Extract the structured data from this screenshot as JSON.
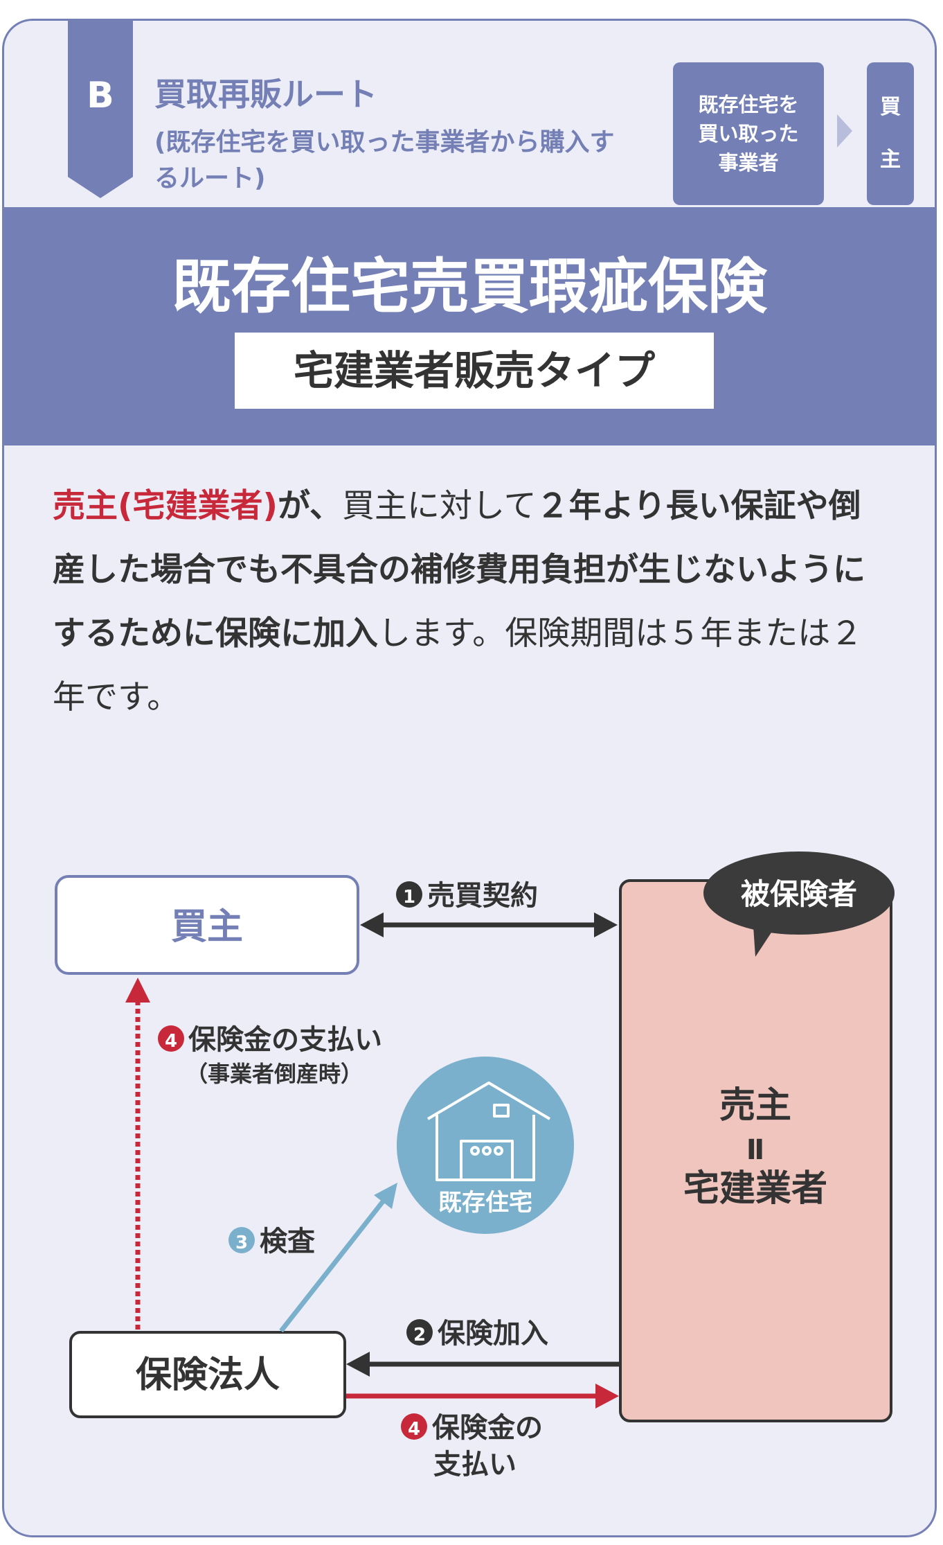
{
  "header": {
    "badge_letter": "B",
    "route_title": "買取再販ルート",
    "route_subtitle": "(既存住宅を買い取った事業者から購入するルート)",
    "flow_from": "既存住宅を買い取った事業者",
    "flow_to": "買主",
    "colors": {
      "primary": "#7480b5",
      "accent": "#c8293a"
    }
  },
  "title": {
    "main": "既存住宅売買瑕疵保険",
    "sub": "宅建業者販売タイプ"
  },
  "description": {
    "red_part": "売主(宅建業者)",
    "plain1": "が、",
    "plain2": "買主に対して",
    "bold1": "２年より長い保証や倒産した場合でも不具合の補修費用負担が生じないようにするために保険に加入",
    "plain3": "します。保険期間は５年または２年です。"
  },
  "diagram": {
    "buyer": "買主",
    "insured_bubble": "被保険者",
    "seller_line1": "売主",
    "seller_eq": "Ⅱ",
    "seller_line2": "宅建業者",
    "insurer": "保険法人",
    "house_label": "既存住宅",
    "step1_num": "1",
    "step1_label": "売買契約",
    "step2_num": "2",
    "step2_label": "保険加入",
    "step3_num": "3",
    "step3_label": "検査",
    "step4_num": "4",
    "step4a_label": "保険金の支払い",
    "step4a_note": "（事業者倒産時）",
    "step4b_line1": "保険金の",
    "step4b_line2": "支払い"
  }
}
